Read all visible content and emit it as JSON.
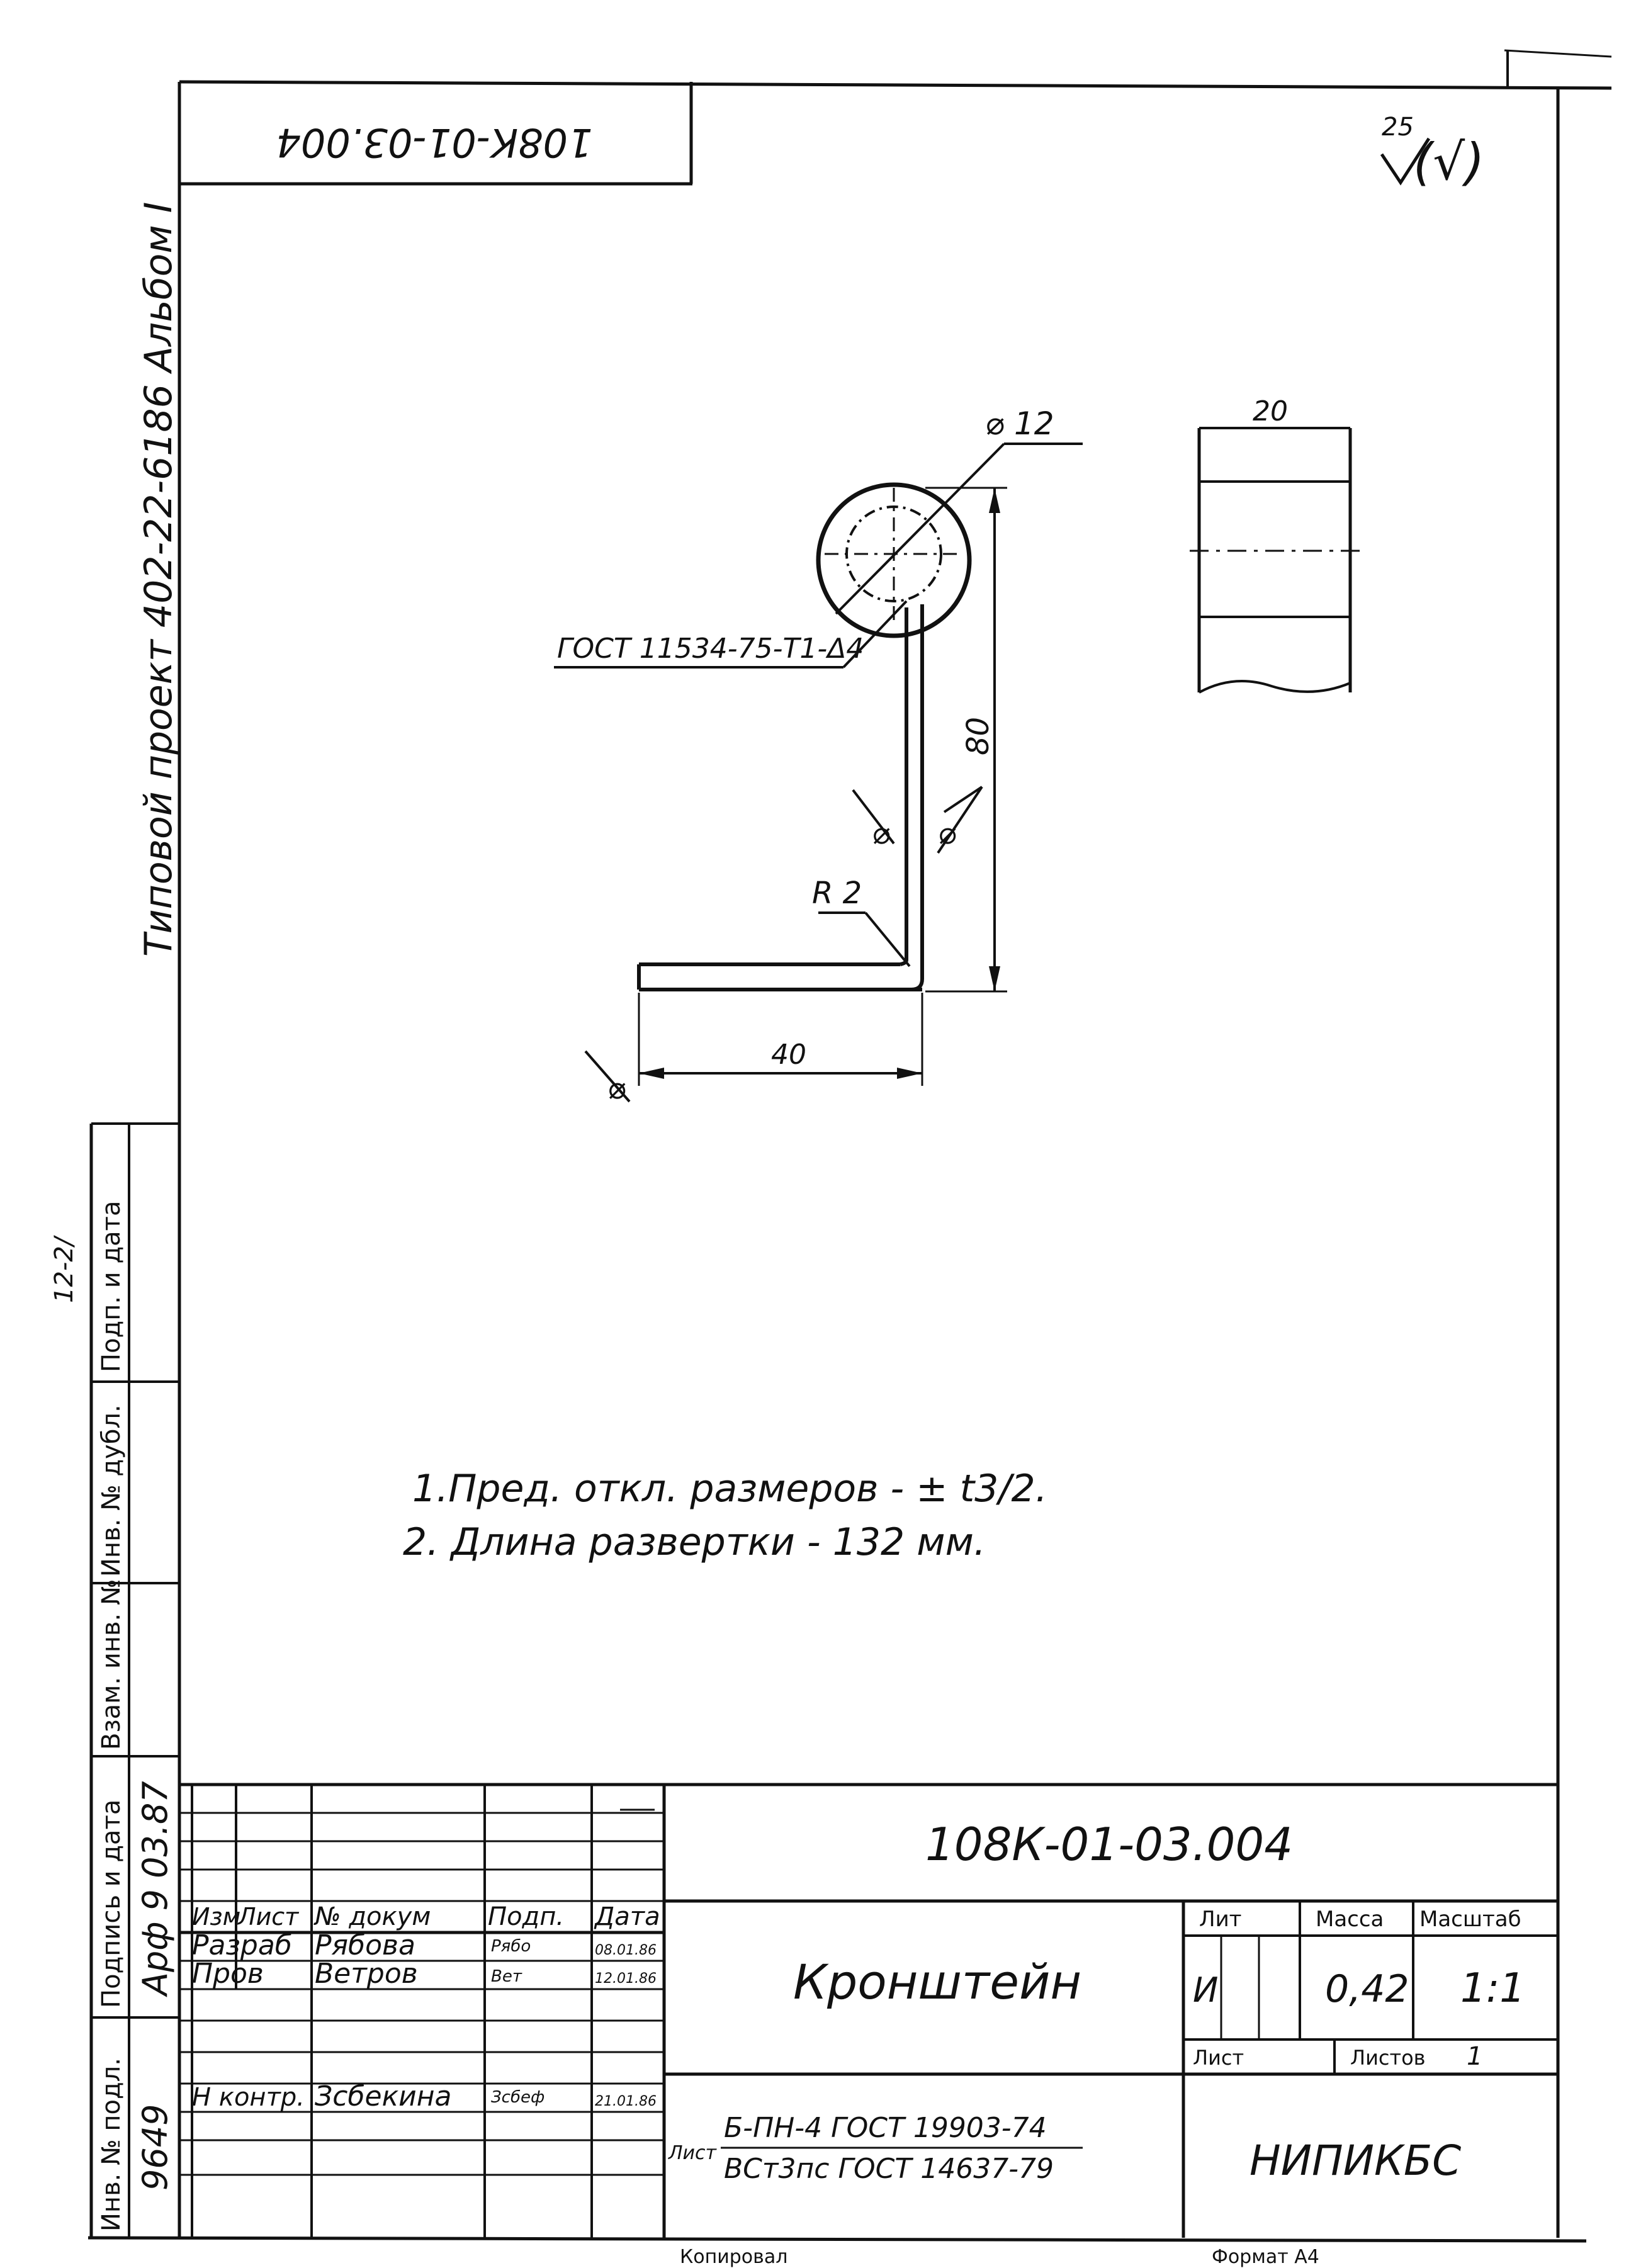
{
  "sheet": {
    "top_stamp": "108К-01-03.004",
    "roughness_value": "25",
    "roughness_suffix": "(√)",
    "side_title": "Типовой проект 402-22-6186 Альбом I",
    "format_label": "Копировал",
    "format_value": "Формат А4"
  },
  "drawing": {
    "diameter_label": "⌀ 12",
    "gost_callout": "ГОСТ 11534-75-Т1-Δ4",
    "height_dim": "80",
    "width_dim": "40",
    "radius_label": "R 2",
    "strip_width_dim": "20",
    "weld_symbol": "⌀"
  },
  "notes": [
    "1.Пред. откл. размеров - ± t3/2.",
    "2. Длина развертки - 132 мм."
  ],
  "left_margin": {
    "inv_podl_label": "Инв. № подл.",
    "inv_podl_value": "9649",
    "podp_data_label": "Подпись и дата",
    "podp_data_value": "Арф 9 03.87",
    "vzam_inv_label": "Взам. инв. №",
    "inv_dubl_label": "Инв. № дубл.",
    "podp_data2_label": "Подп. и дата",
    "margin_scribble": "12-2/"
  },
  "title_block": {
    "designation": "108К-01-03.004",
    "part_name": "Кронштейн",
    "head_izm": "Изм",
    "head_list": "Лист",
    "head_doc": "№ докум",
    "head_podp": "Подп.",
    "head_data": "Дата",
    "rows": [
      {
        "role": "Разраб",
        "name": "Рябова",
        "sign": "Рябо",
        "date": "08.01.86"
      },
      {
        "role": "Пров",
        "name": "Ветров",
        "sign": "Вет",
        "date": "12.01.86"
      },
      {
        "role": "Н контр.",
        "name": "Зсбекина",
        "sign": "Зсбеф",
        "date": "21.01.86"
      }
    ],
    "lit_label": "Лит",
    "lit_value": "И",
    "mass_label": "Масса",
    "mass_value": "0,42",
    "scale_label": "Масштаб",
    "scale_value": "1:1",
    "sheet_label": "Лист",
    "sheets_label": "Листов",
    "sheets_value": "1",
    "material_prefix": "Лист",
    "material_top": "Б-ПН-4 ГОСТ 19903-74",
    "material_bottom": "ВСт3пс ГОСТ 14637-79",
    "organization": "НИПИКБС"
  }
}
